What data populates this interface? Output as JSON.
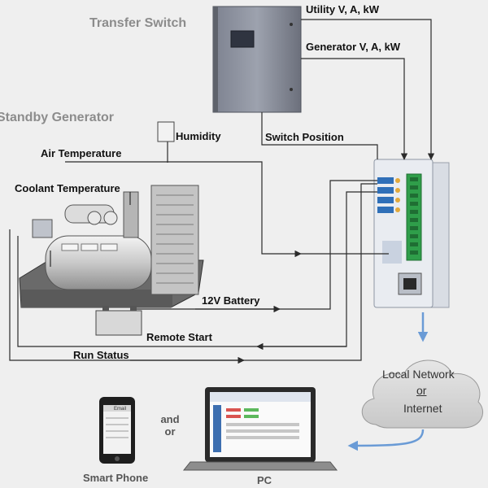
{
  "titles": {
    "transfer_switch": "Transfer Switch",
    "standby_generator": "Standby Generator"
  },
  "signals": {
    "utility": "Utility V, A, kW",
    "generator": "Generator V, A, kW",
    "switch_position": "Switch Position",
    "humidity": "Humidity",
    "air_temperature": "Air Temperature",
    "coolant_temperature": "Coolant Temperature",
    "battery": "12V Battery",
    "remote_start": "Remote Start",
    "run_status": "Run Status"
  },
  "network": {
    "line1": "Local Network",
    "line2": "or",
    "line3": "Internet"
  },
  "devices": {
    "smart_phone": "Smart Phone",
    "and_or": "and or",
    "pc": "PC",
    "phone_header": "Email"
  },
  "colors": {
    "wire": "#2b2b2b",
    "network_arrow": "#6a9bd6",
    "title_gray": "#8c8c8c",
    "terminal_green": "#2f9e4a"
  }
}
